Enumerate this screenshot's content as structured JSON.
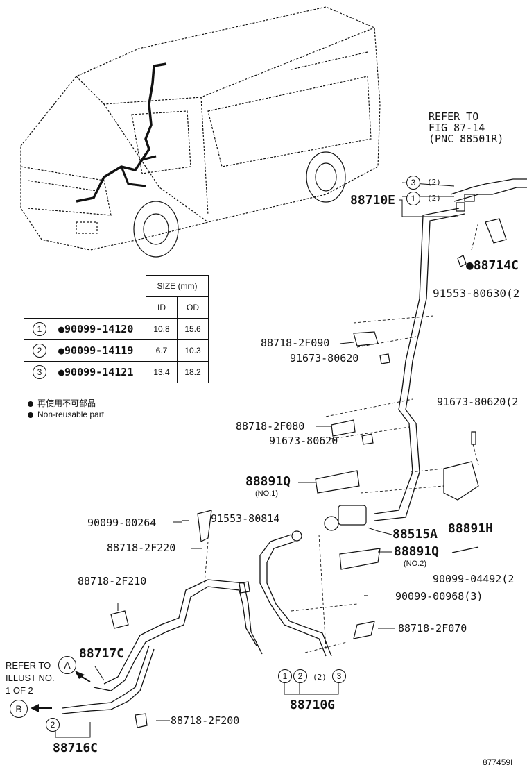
{
  "size_table": {
    "header_size": "SIZE (mm)",
    "header_id": "ID",
    "header_od": "OD",
    "rows": [
      {
        "idx": "1",
        "part": "●90099-14120",
        "id": "10.8",
        "od": "15.6"
      },
      {
        "idx": "2",
        "part": "●90099-14119",
        "id": "6.7",
        "od": "10.3"
      },
      {
        "idx": "3",
        "part": "●90099-14121",
        "id": "13.4",
        "od": "18.2"
      }
    ]
  },
  "legend": {
    "jp": "再使用不可部品",
    "en": "Non-reusable part"
  },
  "refer_top": {
    "line1": "REFER TO",
    "line2": "FIG 87-14",
    "line3": "(PNC 88501R)"
  },
  "refer_left": {
    "line1": "REFER TO",
    "line2": "ILLUST NO.",
    "line3": "1 OF 2"
  },
  "callouts": {
    "p88710E": "88710E",
    "p88714C": "●88714C",
    "p91553_80630": "91553-80630(2",
    "p88718_2F090": "88718-2F090",
    "p91673_80620_a": "91673-80620",
    "p91673_80620_2": "91673-80620(2",
    "p88718_2F080": "88718-2F080",
    "p91673_80620_b": "91673-80620",
    "p88891Q": "88891Q",
    "no1": "(NO.1)",
    "p90099_00264": "90099-00264",
    "p91553_80814": "91553-80814",
    "p88718_2F220": "88718-2F220",
    "p88515A": "88515A",
    "p88891H": "88891H",
    "p88891Q_2": "88891Q",
    "no2": "(NO.2)",
    "p90099_04492": "90099-04492(2",
    "p90099_00968": "90099-00968(3)",
    "p88718_2F210": "88718-2F210",
    "p88718_2F070": "88718-2F070",
    "p88717C": "88717C",
    "p88710G": "88710G",
    "p88718_2F200": "88718-2F200",
    "p88716C": "88716C",
    "fig_id": "877459I"
  },
  "markers": {
    "c1": "1",
    "c2": "2",
    "c3": "3",
    "qty2": "(2)",
    "A": "A",
    "B": "B"
  }
}
